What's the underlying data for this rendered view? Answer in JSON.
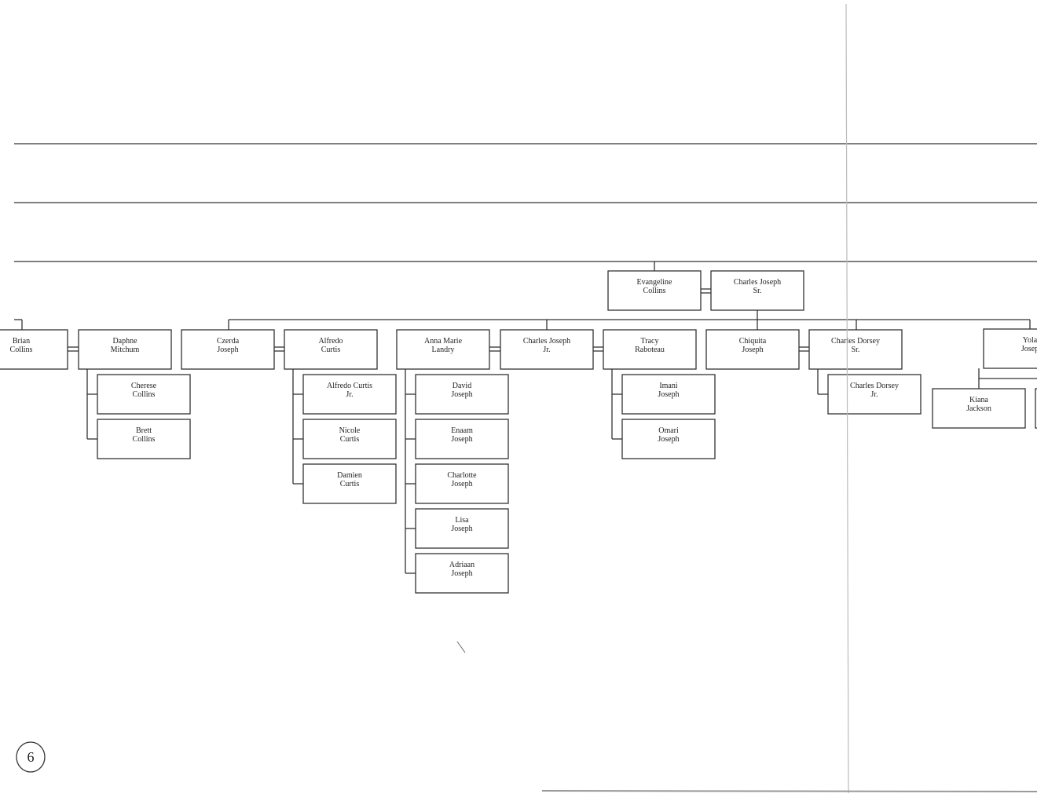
{
  "people": [
    {
      "id": "brian",
      "lines": [
        "Brian",
        "Collins"
      ]
    },
    {
      "id": "daphne",
      "lines": [
        "Daphne",
        "Mitchum"
      ]
    },
    {
      "id": "cherese",
      "lines": [
        "Cherese",
        "Collins"
      ]
    },
    {
      "id": "brett",
      "lines": [
        "Brett",
        "Collins"
      ]
    },
    {
      "id": "czerda",
      "lines": [
        "Czerda",
        "Joseph"
      ]
    },
    {
      "id": "alfredo",
      "lines": [
        "Alfredo",
        "Curtis"
      ]
    },
    {
      "id": "alfredo-jr",
      "lines": [
        "Alfredo Curtis",
        "Jr."
      ]
    },
    {
      "id": "nicole",
      "lines": [
        "Nicole",
        "Curtis"
      ]
    },
    {
      "id": "damien",
      "lines": [
        "Damien",
        "Curtis"
      ]
    },
    {
      "id": "anna",
      "lines": [
        "Anna Marie",
        "Landry"
      ]
    },
    {
      "id": "david",
      "lines": [
        "David",
        "Joseph"
      ]
    },
    {
      "id": "enaam",
      "lines": [
        "Enaam",
        "Joseph"
      ]
    },
    {
      "id": "charlotte",
      "lines": [
        "Charlotte",
        "Joseph"
      ]
    },
    {
      "id": "lisa",
      "lines": [
        "Lisa",
        "Joseph"
      ]
    },
    {
      "id": "adriaan",
      "lines": [
        "Adriaan",
        "Joseph"
      ]
    },
    {
      "id": "charles-jr",
      "lines": [
        "Charles Joseph",
        "Jr."
      ]
    },
    {
      "id": "tracy",
      "lines": [
        "Tracy",
        "Raboteau"
      ]
    },
    {
      "id": "imani",
      "lines": [
        "Imani",
        "Joseph"
      ]
    },
    {
      "id": "omari",
      "lines": [
        "Omari",
        "Joseph"
      ]
    },
    {
      "id": "chiquita",
      "lines": [
        "Chiquita",
        "Joseph"
      ]
    },
    {
      "id": "charles-dorsey",
      "lines": [
        "Charles Dorsey",
        "Sr."
      ]
    },
    {
      "id": "charles-dorsey-jr",
      "lines": [
        "Charles Dorsey",
        "Jr."
      ]
    },
    {
      "id": "yola",
      "lines": [
        "Yola",
        "Josep"
      ]
    },
    {
      "id": "kiana",
      "lines": [
        "Kiana",
        "Jackson"
      ]
    },
    {
      "id": "evangeline",
      "lines": [
        "Evangeline",
        "Collins"
      ]
    },
    {
      "id": "charles-sr",
      "lines": [
        "Charles Joseph",
        "Sr."
      ]
    }
  ],
  "page_mark": "6"
}
